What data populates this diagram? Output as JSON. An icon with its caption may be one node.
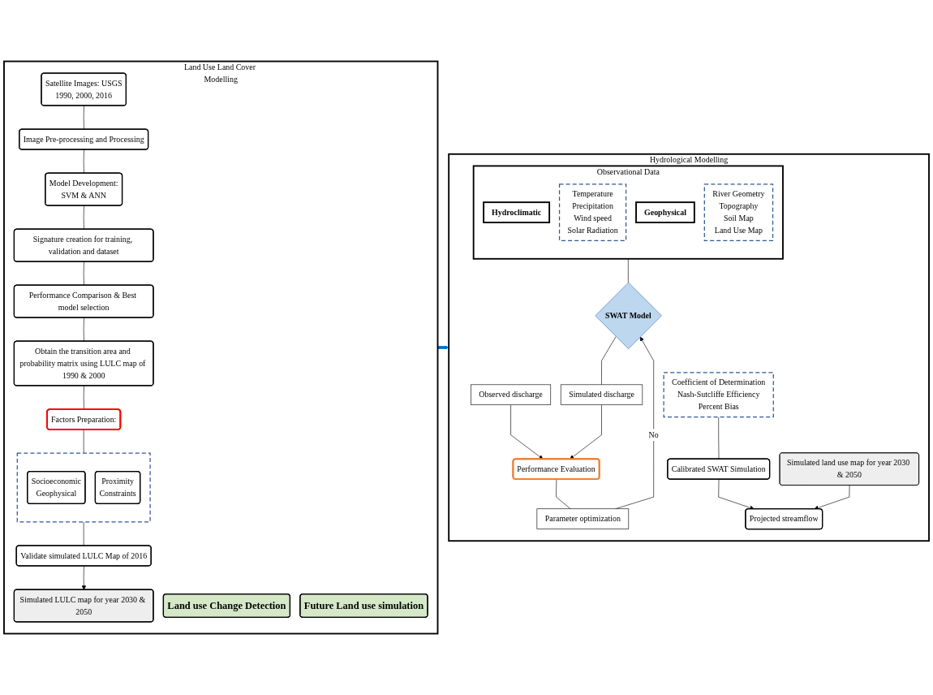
{
  "diagram": {
    "nodes": [
      {
        "text": [
          "Land Use Land Cover Modelling"
        ]
      },
      {
        "text": [
          "Land use Change Detection"
        ],
        "in": 0
      },
      {
        "text": [
          "Future Land use simulation"
        ],
        "in": 0
      },
      {
        "text": [
          "Satellite Images: USGS",
          "1990, 2000, 2016"
        ],
        "in": 0
      },
      {
        "text": [
          "Image Pre-processing and Processing"
        ],
        "in": 0
      },
      {
        "text": [
          "Model Development:",
          "SVM & ANN"
        ],
        "in": 0
      },
      {
        "text": [
          "Signature creation for training, validation and dataset"
        ],
        "in": 0
      },
      {
        "text": [
          "Performance Comparison & Best model selection"
        ],
        "in": 0
      },
      {
        "text": [
          "Obtain the transition area and probability matrix using LULC map of 1990 & 2000"
        ],
        "in": 0
      },
      {
        "text": [
          "Factors Preparation:"
        ],
        "in": 0
      },
      {
        "text": [],
        "shape": "box",
        "in": 0
      },
      {
        "text": [
          "Socioeconomic",
          "Geophysical"
        ],
        "in": 10
      },
      {
        "text": [
          "Proximity",
          "Constraints"
        ],
        "in": 10
      },
      {
        "text": [
          "Validate simulated LULC Map of 2016"
        ],
        "in": 0
      },
      {
        "text": [
          "Simulated LULC map for year 2030 & 2050"
        ],
        "in": 0
      },
      {
        "text": [
          "Hydrological Modelling"
        ]
      },
      {
        "text": [
          "Observational Data"
        ],
        "in": 15
      },
      {
        "text": [
          "Hydroclimatic"
        ],
        "in": 16
      },
      {
        "text": [
          "Temperature",
          "Precipitation",
          "Wind speed",
          "Solar Radiation"
        ],
        "in": 16
      },
      {
        "text": [
          "Geophysical"
        ],
        "in": 16
      },
      {
        "text": [
          "River Geometry",
          "Topography",
          "Soil Map",
          "Land Use Map"
        ],
        "in": 16
      },
      {
        "text": [
          "SWAT Model"
        ],
        "in": 15
      },
      {
        "text": [
          "Observed discharge"
        ],
        "in": 15
      },
      {
        "text": [
          "Simulated discharge"
        ],
        "in": 15
      },
      {
        "text": [
          "Parameter optimization"
        ],
        "in": 15
      },
      {
        "text": [
          "Performance Evaluation"
        ],
        "in": 15
      },
      {
        "text": [
          "Coefficient of Determination",
          "Nash-Sutcliffe Efficiency",
          "Percent Bias"
        ],
        "in": 15
      },
      {
        "text": [
          "Calibrated SWAT Simulation"
        ],
        "in": 15
      },
      {
        "text": [
          "Simulated land use map for year 2030 & 2050"
        ],
        "in": 15
      },
      {
        "text": [
          "Projected streamflow"
        ],
        "in": 15
      }
    ],
    "edges": [
      {
        "from": 3,
        "to": 4,
        "arrow": "none"
      },
      {
        "from": 4,
        "to": 5,
        "arrow": "none"
      },
      {
        "from": 5,
        "to": 6,
        "arrow": "none"
      },
      {
        "from": 6,
        "to": 7,
        "arrow": "none"
      },
      {
        "from": 7,
        "to": 8,
        "arrow": "none"
      },
      {
        "from": 8,
        "to": 9,
        "arrow": "none"
      },
      {
        "from": 9,
        "to": 10,
        "arrow": "none"
      },
      {
        "from": 10,
        "to": 13,
        "arrow": "none"
      },
      {
        "from": 13,
        "to": 14,
        "arrow": "to"
      },
      {
        "from": 0,
        "to": 15,
        "arrow": "to",
        "style": "thick",
        "color": "#0070c0"
      },
      {
        "from": 16,
        "to": 21,
        "arrow": "none"
      },
      {
        "from": 21,
        "to": 23,
        "arrow": "none"
      },
      {
        "from": 22,
        "to": 25,
        "arrow": "to"
      },
      {
        "from": 23,
        "to": 25,
        "arrow": "to"
      },
      {
        "from": 25,
        "to": 24,
        "arrow": "none"
      },
      {
        "from": 24,
        "to": 21,
        "arrow": "to",
        "label": "No"
      },
      {
        "from": 26,
        "to": 27,
        "arrow": "none"
      },
      {
        "from": 27,
        "to": 29,
        "arrow": "to"
      },
      {
        "from": 28,
        "to": 29,
        "arrow": "to"
      }
    ]
  }
}
